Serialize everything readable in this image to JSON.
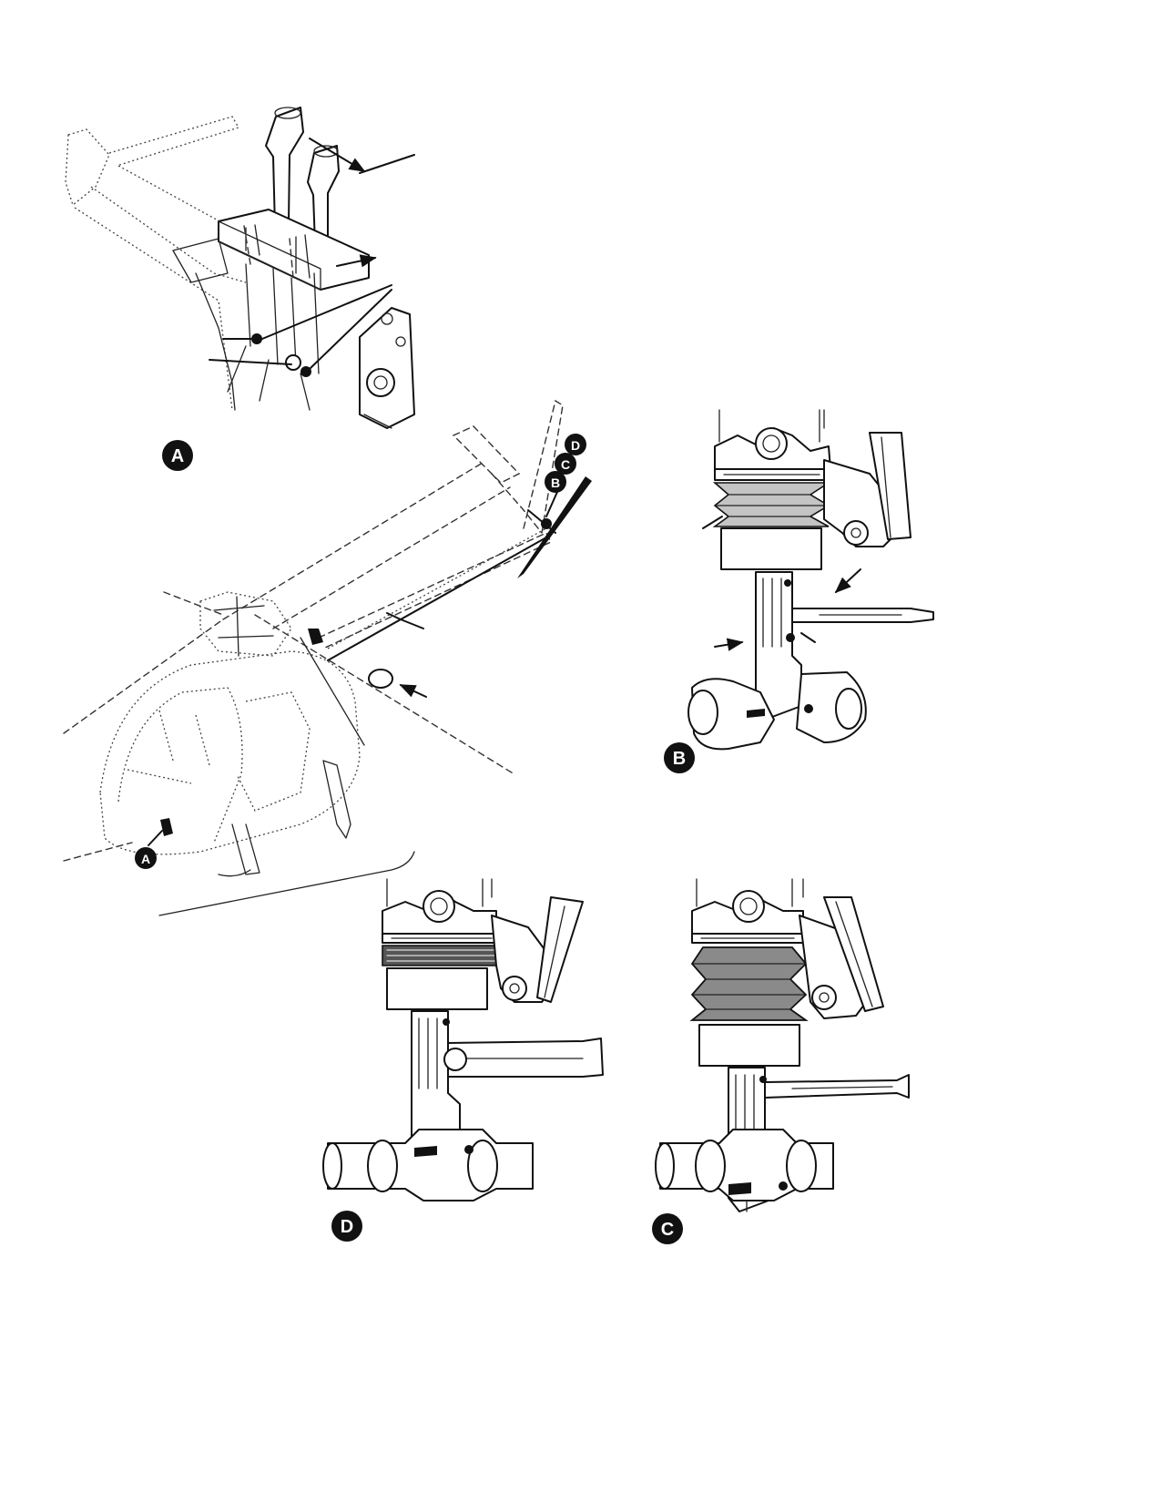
{
  "callouts": {
    "detail_a": "A",
    "detail_b": "B",
    "detail_c": "C",
    "detail_d": "D",
    "loc_a": "A",
    "loc_b": "B",
    "loc_c": "C",
    "loc_d": "D"
  },
  "colors": {
    "ink": "#111111",
    "badge_fill": "#000000",
    "badge_text": "#ffffff",
    "boot_shading": "#8a8a8a"
  },
  "icons": {
    "badge": "black-circle-letter-badge",
    "leader": "arrow-leader-line"
  }
}
